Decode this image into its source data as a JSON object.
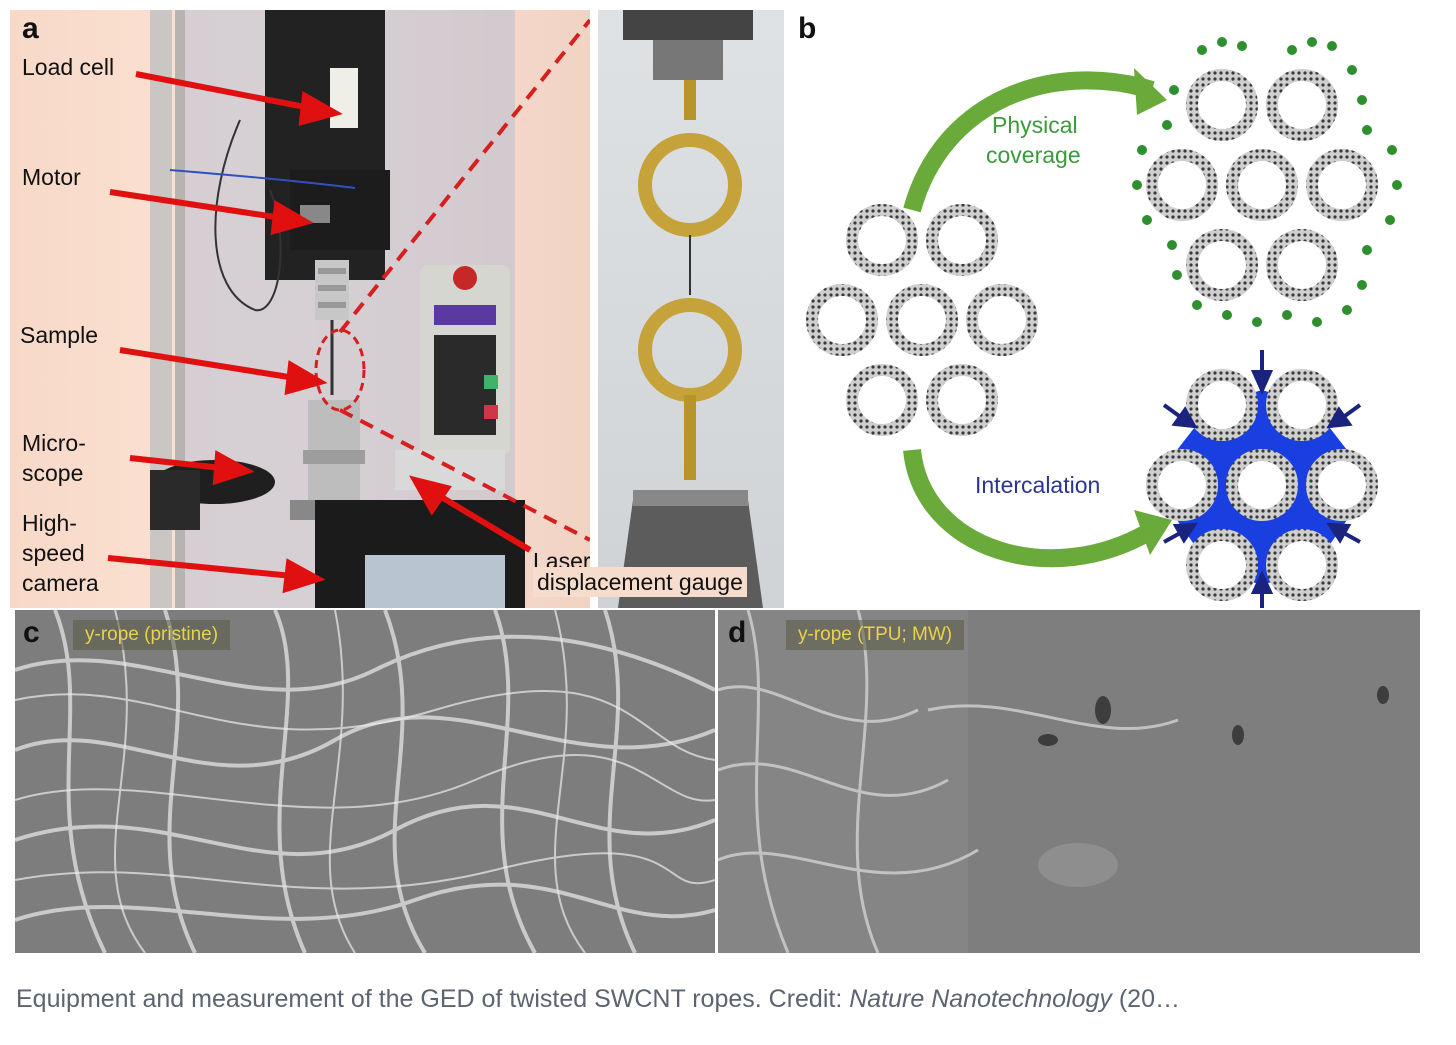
{
  "panel_a": {
    "label": "a",
    "annotations": {
      "load_cell": "Load cell",
      "motor": "Motor",
      "sample": "Sample",
      "microscope_1": "Micro-",
      "microscope_2": "scope",
      "camera_1": "High-",
      "camera_2": "speed",
      "camera_3": "camera",
      "laser_1": "Laser",
      "laser_2": "displacement gauge"
    }
  },
  "panel_b": {
    "label": "b",
    "physical_1": "Physical",
    "physical_2": "coverage",
    "intercalation": "Intercalation",
    "colors": {
      "green": "#2f8f2f",
      "blue": "#1a3fe0",
      "arrow_navy": "#1a237e"
    }
  },
  "panel_c": {
    "label": "c",
    "tag": "y-rope (pristine)"
  },
  "panel_d": {
    "label": "d",
    "tag": "y-rope (TPU; MW)"
  },
  "caption": {
    "prefix": "Equipment and measurement of the GED of twisted SWCNT ropes. Credit: ",
    "journal": "Nature Nanotechnology",
    "suffix": " (20…"
  }
}
